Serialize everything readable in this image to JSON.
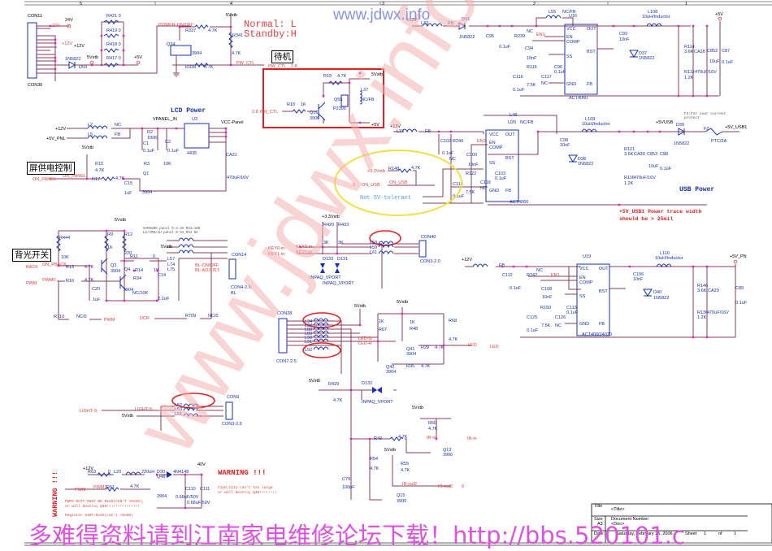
{
  "header": {
    "zone_numbers": [
      "5",
      "4",
      "3",
      "2",
      "1"
    ],
    "watermark_top": "www.jdwx.info",
    "watermark_diagonal": "www.jdwx.info",
    "watermark_bottom": "多难得资料请到江南家电维修论坛下载！http://bbs.520101.c"
  },
  "notes": {
    "normal": "Normal: L",
    "standby": "Standby:H",
    "standby_cn": "待机",
    "panel_power_cn": "屏供电控制",
    "backlight_cn": "背光开关",
    "lcd_power": "LCD Power",
    "usb_power": "USB Power",
    "usb_trace_1": "+5V_USB1 Power trace width",
    "usb_trace_2": "should be > 25mil",
    "not_5v_tolerant": "Not 5V-tolerant",
    "f2_note_1": "F2:For over current",
    "f2_note_2": "protect",
    "samsung_note_1": "SAMSUNG panel 0-3.3V R34=10K",
    "samsung_note_2": "LG/CMO/AU panel 0-5V,R34 NC",
    "warning": "WARNING !!!",
    "warning_vertical": "WARNING !!!",
    "warning_c_1": "C110,C111 can't too large",
    "warning_c_2": "or will destroy Q48!!!!!!!!",
    "pwm_note_1": "PWM3 DUTY MUST BE 0x25(CAN'T >0x80),",
    "pwm_note_2": "or will destroy Q48!!!!!!!!!!!!!!!",
    "register_note": "Register 348F=0x25(can't >0x80)"
  },
  "connectors": {
    "con11": "CON11",
    "con36": "CON36",
    "con14": "CON14",
    "con4_25": "CON4-2.5",
    "bl": "BL",
    "con40": "CON40",
    "con3_20": "CON3-2.0",
    "con28": "CON28",
    "con7_25": "CON7-2.5",
    "con9": "CON9",
    "con3_25": "CON3-2.5"
  },
  "power_nets": {
    "v24": "24V",
    "v12": "+12V",
    "v5vsb": "5Vstb",
    "v5": "+5V",
    "v33": "+3.3Vstb",
    "vpanel_in": "VPANEL_IN",
    "vcc_panel": "VCC-Panel",
    "v5_pnl": "+5V_PNL",
    "v5vusb": "+5VUSB",
    "v5_usb1": "+5V_USB1",
    "v5_pn": "+5V_PN",
    "v40": "40V"
  },
  "signals": {
    "power_onoff": "POWER-ON/OFF",
    "pw_ctl": "PW_CTL",
    "pw_ctl_in": "PW_CTL",
    "pw_ctl_pin": "2.8",
    "on_panel": "ON_PANEL",
    "on_usb": "ON_USB",
    "on_usb_pin": "2",
    "back": "BACK",
    "on_pback": "ON_PBACK",
    "pwm": "PWM",
    "pwm0": "PWM0",
    "pwm3": "PWM3",
    "dcr": "DCR",
    "bl_onoff": "BL-ON/OFF",
    "bl_adjust": "BL-ADJUST",
    "key0": "KEY0-in",
    "key1": "KEY1-in",
    "led_g": "LED-G",
    "led_r": "LED-R",
    "led": "LED",
    "light_s": "LIGHT-S",
    "ir_in": "IR-in",
    "ir_out2": "IR-out2",
    "ir_pin": "6",
    "en1": "EN1",
    "en2": "EN2"
  },
  "ics": {
    "u16": {
      "ref": "U16",
      "part": "ACT4060",
      "pins": [
        "VCC",
        "EN",
        "COMP",
        "SS",
        "GND",
        "OUT",
        "BST",
        "FB"
      ]
    },
    "u26": {
      "ref": "U26",
      "part": "ACT4060",
      "pins": [
        "VCC",
        "EN",
        "COMP",
        "SS",
        "GND",
        "OUT",
        "BST",
        "FB"
      ]
    },
    "u19": {
      "ref": "U19",
      "part": "ACT4060/4070",
      "pins": [
        "VCC",
        "EN",
        "COMP",
        "SS",
        "GND",
        "OUT",
        "BST",
        "FB"
      ]
    },
    "u3": {
      "ref": "U3",
      "part": "4435"
    }
  },
  "components": {
    "r421": "R421  0",
    "r419": "R419  0",
    "r418": "R418  0",
    "r417": "R417  0",
    "r337": "R337",
    "r337v": "4.7K",
    "r341": "R341",
    "r341v": "4.7K",
    "r338": "R338",
    "r338v": "4.7K",
    "q34": "Q34",
    "q34v": "3904",
    "d59": "D59",
    "d59v": "1N5822",
    "r19": "R19",
    "r19v": "4.7K",
    "r18": "R18",
    "r18v": "1K",
    "q16": "Q16",
    "q16v": "3906",
    "q55": "Q55",
    "q55v": "P2305",
    "l37": "L37",
    "l37v": "NC/FB",
    "l32": "L32",
    "fb": "FB",
    "d41": "D41",
    "d41v": "1N5822",
    "l55": "L55",
    "l55v": "NC/FB",
    "r239": "R239",
    "nc": "NC",
    "c95": "C95",
    "c95v": "0.1uF",
    "ca44": "CA44",
    "c94": "C94",
    "c94v": "10nF",
    "r115": "R115",
    "r115v": "7.5K",
    "c116": "C116",
    "c116v": "0.1uF",
    "c117": "C117",
    "c117v": "NC",
    "c96": "C96",
    "c96v": "0.1uF",
    "c93": "C93",
    "c93v": "10nF",
    "d37": "D37",
    "d37v": "1N5822",
    "l108": "L108",
    "l108v": "10uH/Inductor",
    "r114": "R114",
    "r114v": "3.6K",
    "ca28": "CA28",
    "c852": "C852",
    "c852v": "10uF",
    "c87": "C87",
    "c87v": "0.1uF",
    "r113": "R113",
    "r113v": "1.2K",
    "ca_val": "470uF/16V",
    "l2": "L2",
    "l2v": "NC",
    "l5": "L5",
    "l5v": "FB",
    "r2": "R2",
    "r2v": "100K",
    "c1": "C1",
    "c1v": "0.1uF",
    "c2": "C2",
    "c2v": "0.1uF",
    "r3": "R3",
    "r3v": "10K",
    "ca31": "CA31",
    "ca31v": "470uF/16V",
    "r15": "R15",
    "r15v": "4.7K",
    "r17": "R17",
    "r17v": "4.7K",
    "c15": "C15",
    "c15v": "1uF",
    "q1": "Q1",
    "q1v": "3904",
    "l48": "L48",
    "l33": "L33",
    "c102": "C102",
    "c102v": "0.1uF",
    "r240": "R240",
    "c100": "C100",
    "c100v": "10nF",
    "r122": "R122",
    "r122v": "7.5K",
    "c118": "C118",
    "c118v": "0.1uF",
    "c119": "C119",
    "c119v": "NC",
    "c103": "C103",
    "c103v": "0.1uF",
    "r148": "R148",
    "r148v": "4.7K",
    "c98": "C98",
    "c98v": "10nF",
    "l109": "L109",
    "l109v": "10uH/Inductor",
    "d38": "D38",
    "d38v": "1N5822",
    "r121": "R121",
    "r121v": "3.6K",
    "ca30": "CA30",
    "c853": "C853",
    "c853v": "10uF",
    "c88": "C88",
    "c88v": "0.1uF",
    "r116": "R116",
    "r116v": "1.2K",
    "d39": "D39",
    "d39v": "1N5822",
    "f2": "F2",
    "f2v": "PTC/2A",
    "r444": "R444",
    "r444v": "10K",
    "r9": "R9",
    "r9v": "1K",
    "r12": "R12",
    "r12v": "220",
    "r11": "R11",
    "r11v": "0",
    "q3": "Q3",
    "q3v": "3904",
    "q4": "Q4",
    "q4v": "3904",
    "r13": "R13",
    "r13v": "4.7K",
    "r16": "R16",
    "r16v": "4.7K",
    "r14": "R14",
    "r14v": "1K",
    "r34": "R34",
    "r34v": "NC/10K",
    "c20": "C20",
    "c20v": "1uF",
    "c14": "C14",
    "c14v": "2.2uF",
    "l57": "L57",
    "l74": "L74",
    "l75": "L75",
    "r710": "R710",
    "r710v": "NC/0",
    "r709": "R709",
    "r709v": "NC/0",
    "r420": "R420",
    "r433": "R433",
    "r3k": "3K",
    "d133": "D133",
    "d131": "D131",
    "inpaq": "INPAQ_VPORT",
    "l58": "L58",
    "l59": "L59",
    "l61": "L61",
    "l34": "L34",
    "l87": "L87",
    "l88": "L88",
    "l89": "L89",
    "l90": "L90",
    "l91": "L91",
    "l92": "L92",
    "r67": "R67",
    "r67v": "1K",
    "r48": "R48",
    "r48v": "1K",
    "r68": "R68",
    "r68v": "4.7K",
    "q41": "Q41",
    "q41v": "3904",
    "q42": "Q42",
    "q42v": "3904",
    "r29": "R29",
    "r29v": "4.7K",
    "r35": "R35",
    "r35v": "4.7K",
    "r429": "R429",
    "r429v": "4.7K",
    "d132": "D132",
    "d132v": "INPAQ_VPORT",
    "l52": "L52",
    "l53": "L53",
    "l51": "L51",
    "r49": "R49",
    "r49v": "4.7K",
    "r50": "R50",
    "r50v": "4.7K",
    "q13": "Q13",
    "q13v": "3906",
    "r54": "R54",
    "r54v": "4.7K",
    "r55": "R55",
    "r55v": "4.7K",
    "q15": "Q15",
    "q15v": "3906",
    "c79": "C79",
    "c79v": "100pF",
    "l110": "L110",
    "l110v": "10uH/Inductor",
    "r242": "R242",
    "c112": "C112",
    "c112v": "0.1uF",
    "ca46": "CA46",
    "c108": "C108",
    "c108v": "10nF",
    "r150": "R150",
    "r150v": "7.5K",
    "c125": "C125",
    "c125v": "0.1uF",
    "c126": "C126",
    "c126v": "NC",
    "c113": "C113",
    "c113v": "0.1uF",
    "c106": "C106",
    "c106v": "10nF",
    "d40": "D40",
    "d40v": "1N5822",
    "r146": "R146",
    "r146v": "3.6K",
    "ca29": "CA29",
    "r136": "R136",
    "r136v": "1.2K",
    "c89": "C89",
    "c89v": "0.1uF",
    "r63": "R63",
    "r63v": "0",
    "l20": "L20",
    "l20v": "220uH",
    "d30": "D30",
    "d30v": "4N4148",
    "q48": "Q48",
    "r61": "R61",
    "r61v": "4.7K",
    "q48v": "3904",
    "c110": "C110",
    "c110v": "0.68uF/50V",
    "c111": "C111",
    "c111v": "0.68uF/50V"
  },
  "title_block": {
    "title_label": "Title",
    "title_value": "<Title>",
    "size_label": "Size",
    "size_value": "A3",
    "docnum_label": "Document Number",
    "docnum_value": "<Doc>",
    "date_label": "Date:",
    "date_value": "Saturday, February 25, 2006",
    "sheet_label": "Sheet",
    "sheet_value": "1",
    "of_label": "of",
    "of_value": "1"
  }
}
